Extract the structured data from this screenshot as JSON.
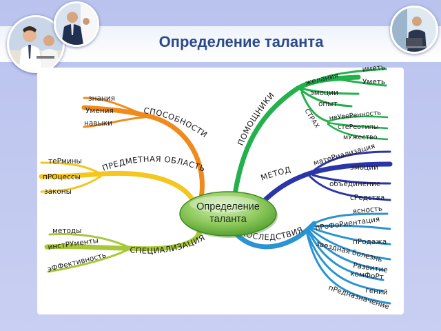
{
  "slide": {
    "title": "Определение таланта"
  },
  "mindmap": {
    "center": {
      "line1": "Определение",
      "line2": "таланта"
    },
    "branches": {
      "sposobnosti": {
        "label": "СПОСОБНОСТИ",
        "color": "#f08a1c",
        "items": [
          "знания",
          "Умения",
          "навыки"
        ]
      },
      "predmetnaya": {
        "label": "ПРЕДМЕТНАЯ ОБЛАСТЬ",
        "color": "#f5c61b",
        "items": [
          "теРмины",
          "пРОцессы",
          "законы"
        ]
      },
      "specializaciya": {
        "label": "СПЕЦИАЛИЗАЦИЯ",
        "color": "#a8c83a",
        "items": [
          "методы",
          "инстРУменты",
          "эФФективность"
        ]
      },
      "pomoshchniki": {
        "label": "ПОМОЩНИКИ",
        "color": "#22b14c",
        "items": [
          "желания",
          "эмоции",
          "опыт"
        ],
        "sub_zhelaniya": [
          "иметь",
          "Уметь"
        ],
        "strakh": {
          "label": "СТРАХ",
          "items": [
            "неУвеРенность",
            "стеРеотипы",
            "мУжество"
          ]
        }
      },
      "metod": {
        "label": "МЕТОД",
        "color": "#2a36a8",
        "items": [
          "матеРиализация",
          "эмоции",
          "объединение",
          "сРедства"
        ]
      },
      "posledstviya": {
        "label": "ПОСЛЕДСТВИЯ",
        "color": "#2a93d2",
        "items": [
          "ясность",
          "пРоФоРиентация",
          "пРодажа",
          "звездная болезнь",
          "Развитие",
          "комФоРт",
          "гений",
          "пРедназначение"
        ]
      }
    }
  }
}
